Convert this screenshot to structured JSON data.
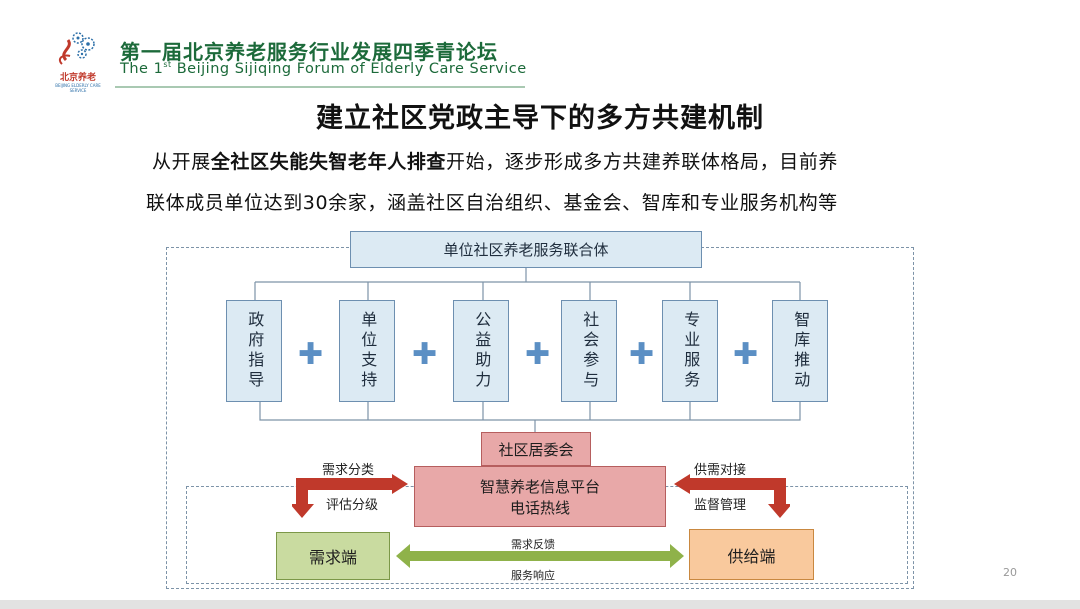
{
  "header": {
    "logo_text": "北京养老",
    "logo_subtext": "BEIJING ELDERLY CARE SERVICE",
    "forum_title_cn": "第一届北京养老服务行业发展四季青论坛",
    "forum_title_en_before": "The 1",
    "forum_title_en_sup": "st",
    "forum_title_en_after": " Beijing Sijiqing Forum of Elderly Care Service"
  },
  "slide": {
    "title": "建立社区党政主导下的多方共建机制",
    "line1_before": "从开展",
    "line1_bold": "全社区失能失智老年人排查",
    "line1_after": "开始，逐步形成多方共建养联体格局，目前养",
    "line2": "联体成员单位达到30余家，涵盖社区自治组织、基金会、智库和专业服务机构等",
    "page_number": "20"
  },
  "diagram": {
    "top_box": "单位社区养老服务联合体",
    "members": [
      "政府指导",
      "单位支持",
      "公益助力",
      "社会参与",
      "专业服务",
      "智库推动"
    ],
    "plus_sign": "✚",
    "committee": "社区居委会",
    "platform_line1": "智慧养老信息平台",
    "platform_line2": "电话热线",
    "left_top_label": "需求分类",
    "left_bottom_label": "评估分级",
    "right_top_label": "供需对接",
    "right_bottom_label": "监督管理",
    "demand_box": "需求端",
    "supply_box": "供给端",
    "arrow_top_label": "需求反馈",
    "arrow_bottom_label": "服务响应"
  },
  "colors": {
    "brand_green": "#1c6a3a",
    "blue_box": "#dceaf3",
    "pink_box": "#e8a8a8",
    "green_box": "#c9dba0",
    "orange_box": "#f9c99d",
    "red_arrow": "#c0392b",
    "green_arrow": "#8fb24a",
    "plus_blue": "#5b8fc4"
  }
}
